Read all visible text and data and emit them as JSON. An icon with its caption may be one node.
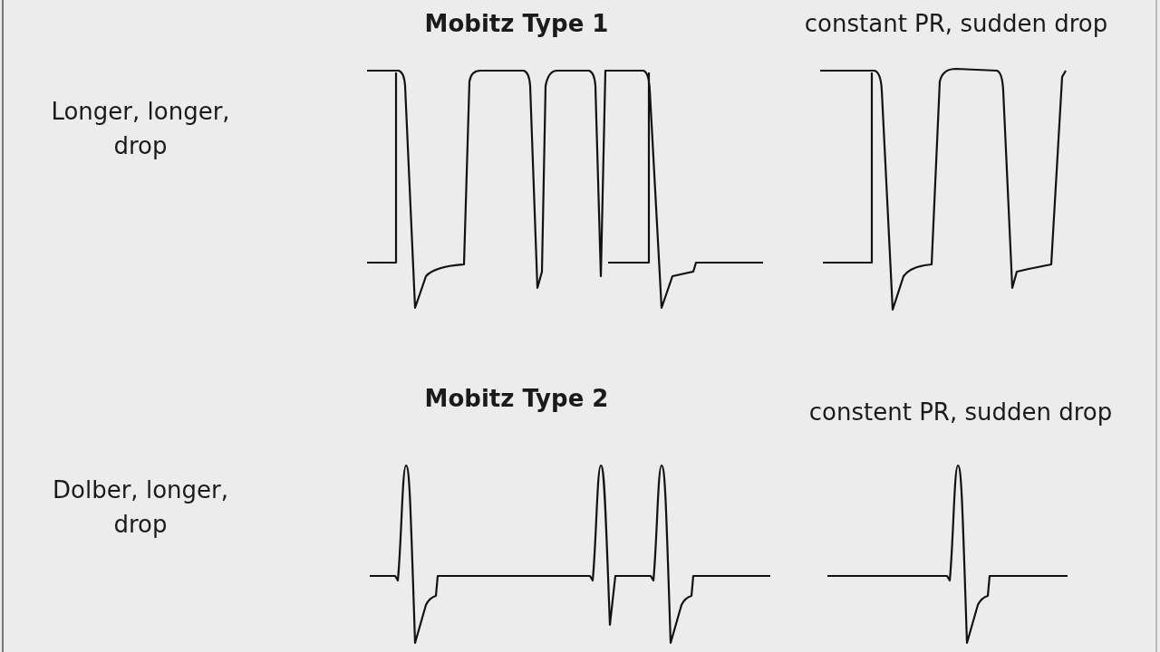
{
  "diagram": {
    "labels": [
      "Mobitz Type 1",
      "constant PR, sudden drop",
      "Longer, longer, drop",
      "Mobitz Type 2",
      "constent PR, sudden drop",
      "Dolber, longer, drop"
    ]
  }
}
